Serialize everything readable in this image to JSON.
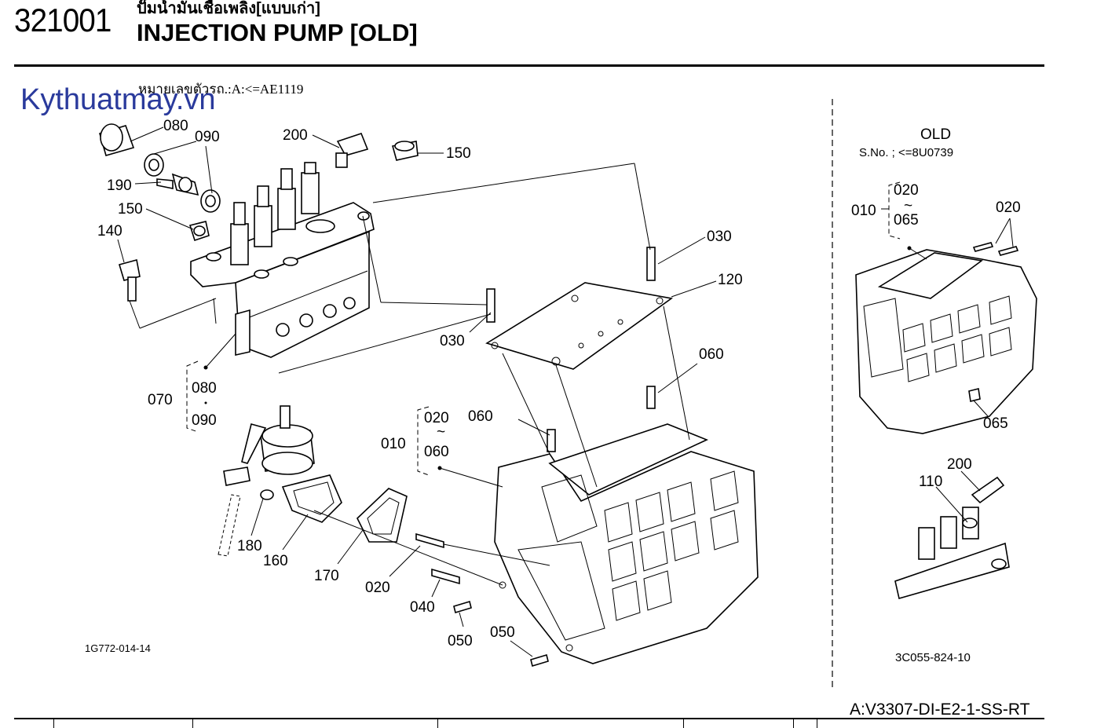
{
  "header": {
    "page_number": "321001",
    "title_thai": "ปั๊มน้ำมันเชื้อเพลิง[แบบเก่า]",
    "title_en": "INJECTION PUMP [OLD]",
    "serial_range": "หมายเลขตัวรถ.:A:<=AE1119",
    "watermark": "Kythuatmay.vn"
  },
  "main_view": {
    "callouts": [
      "080",
      "090",
      "200",
      "150",
      "190",
      "150",
      "140",
      "030",
      "120",
      "030",
      "060",
      "070",
      "080",
      "090",
      "010",
      "020",
      "060",
      "060",
      "180",
      "160",
      "170",
      "020",
      "040",
      "050",
      "050"
    ],
    "figure_code": "1G772-014-14"
  },
  "old_view": {
    "title": "OLD",
    "serial": "S.No. ; <=8U0739",
    "callouts": [
      "010",
      "020",
      "065",
      "020",
      "065",
      "200",
      "110"
    ],
    "tilde": "~",
    "figure_code": "3C055-824-10"
  },
  "footer": {
    "model_code": "A:V3307-DI-E2-1-SS-RT"
  }
}
